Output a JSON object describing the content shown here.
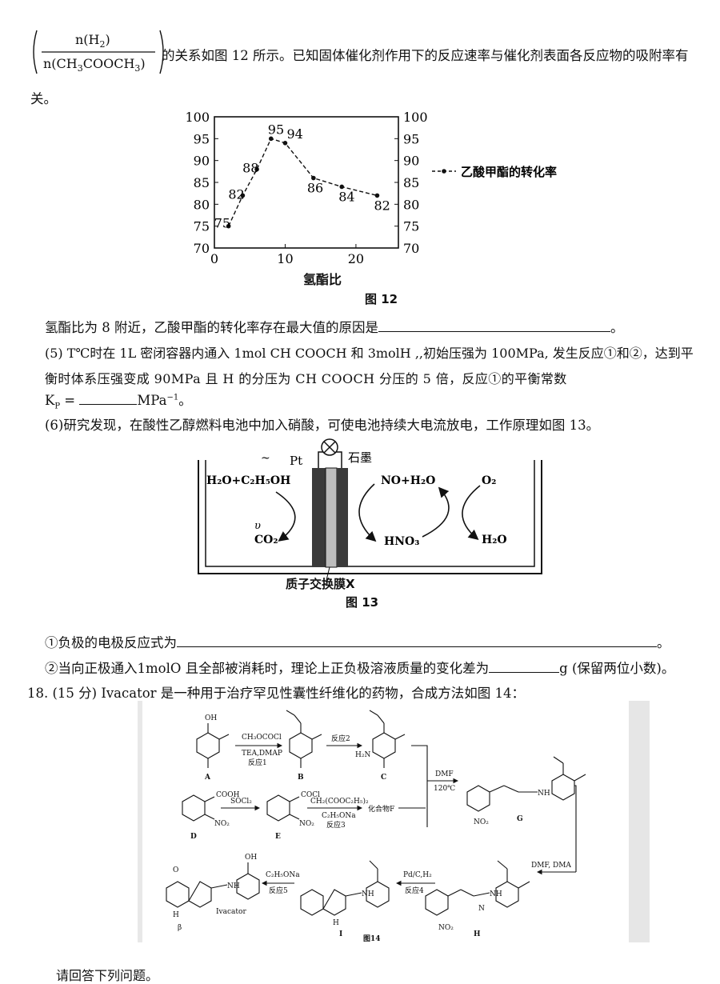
{
  "intro": {
    "frac_num": "n(H",
    "frac_num_sub": "2",
    "frac_den": "n(CH",
    "frac_den_sub1": "3",
    "frac_den_mid": "COOCH",
    "frac_den_sub2": "3",
    "text1": "的关系如图  12  所示。已知固体催化剂作用下的反应速率与催化剂表面各反应物的吸附率有",
    "text2": "关。"
  },
  "fig12": {
    "caption": "图 12",
    "xlabel": "氢酯比",
    "legend": "乙酸甲酯的转化率"
  },
  "chart_data": {
    "type": "line",
    "title": "",
    "xlabel": "氢酯比",
    "ylabel": "",
    "x": [
      2,
      4,
      6,
      8,
      10,
      14,
      18,
      23
    ],
    "series": [
      {
        "name": "乙酸甲酯的转化率",
        "values": [
          75,
          82,
          88,
          95,
          94,
          86,
          84,
          82
        ]
      }
    ],
    "data_labels": [
      "75",
      "82",
      "88",
      "95",
      "94",
      "86",
      "84",
      "82"
    ],
    "xlim": [
      0,
      26
    ],
    "ylim": [
      70,
      100
    ],
    "x_ticks": [
      "0",
      "10",
      "20"
    ],
    "y_ticks": [
      "70",
      "75",
      "80",
      "85",
      "90",
      "95",
      "100"
    ],
    "right_axis_ticks": [
      "70",
      "75",
      "80",
      "85",
      "90",
      "95",
      "100"
    ],
    "line_style": "dashed",
    "legend_position": "right",
    "grid": false
  },
  "q": {
    "q_reason": "氢酯比为 8 附近，乙酸甲酯的转化率存在最大值的原因是",
    "q_reason_end": "。",
    "q5_line1": "(5) T℃时在 1L 密闭容器内通入 1mol  CH COOCH  和 3molH ,,初始压强为 100MPa, 发生反应①和②，达到平",
    "q5_line2": "衡时体系压强变成  90MPa  且  H  的分压为  CH COOCH  分压的  5  倍，反应①的平衡常数",
    "q5_kp_a": "K",
    "q5_kp_sub": "P",
    "q5_kp_b": " = ",
    "q5_kp_unit": "MPa",
    "q5_kp_exp": "−1",
    "q5_kp_end": "。",
    "q6": "(6)研究发现，在酸性乙醇燃料电池中加入硝酸，可使电池持续大电流放电，工作原理如图 13。",
    "q6_1": "①负极的电极反应式为",
    "q6_1_end": "。",
    "q6_2a": "②当向正极通入1molO  且全部被消耗时，理论上正负极溶液质量的变化差为",
    "q6_2b": "g (保留两位小数)。",
    "q18": "18. (15 分) Ivacator 是一种用于治疗罕见性囊性纤维化的药物，合成方法如图 14：",
    "bottom": "请回答下列问题。"
  },
  "fig13": {
    "caption": "图 13",
    "pt": "Pt",
    "graphite": "石墨",
    "membrane": "质子交换膜X",
    "left_top": "H₂O+C₂H₅OH",
    "left_bottom": "CO₂",
    "mid_top": "NO+H₂O",
    "mid_bottom": "HNO₃",
    "right_top": "O₂",
    "right_bottom": "H₂O",
    "mark1": "~",
    "mark2": "υ"
  },
  "fig14": {
    "caption": "图14",
    "A": "A",
    "B": "B",
    "C": "C",
    "D": "D",
    "E": "E",
    "G": "G",
    "H": "H",
    "I": "I",
    "r1_top": "CH₃OCOCl",
    "r1_mid": "TEA,DMAP",
    "r1_bot": "反应1",
    "r2": "反应2",
    "h2n": "H₂N",
    "dmf": "DMF",
    "temp": "120℃",
    "cooh": "COOH",
    "no2": "NO₂",
    "socl2": "SOCl₂",
    "cocl": "COCl",
    "r3_top": "CH₂(COOC₂H₅)₂",
    "r3_mid": "C₂H₅ONa",
    "r3_bot": "反应3",
    "compF": "化合物F",
    "r4_top": "Pd/C,H₂",
    "r4_bot": "反应4",
    "dmf_dma": "DMF, DMA",
    "r5_top": "C₂H₅ONa",
    "r5_bot": "反应5",
    "ivacator": "Ivacator",
    "oh": "OH",
    "nh": "NH",
    "h": "H",
    "o": "O",
    "n": "N",
    "beta": "β"
  }
}
